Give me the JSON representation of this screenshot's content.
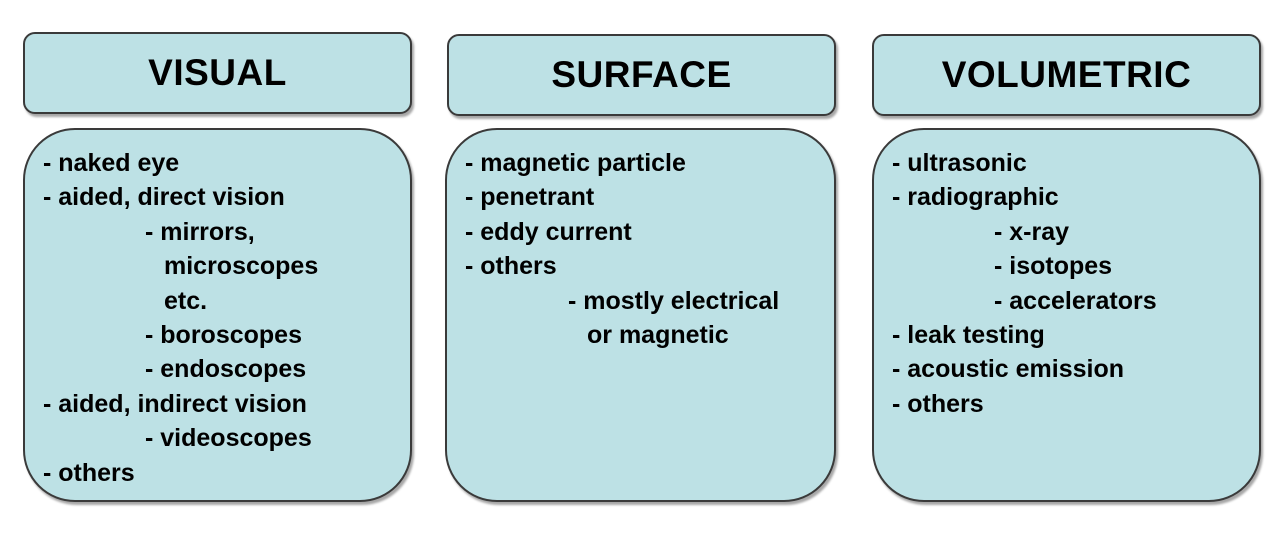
{
  "columns": {
    "visual": {
      "title": "VISUAL",
      "items": [
        "- naked eye",
        "- aided, direct vision",
        "- mirrors,",
        "microscopes",
        "etc.",
        "- boroscopes",
        "- endoscopes",
        "- aided, indirect vision",
        "- videoscopes",
        "- others"
      ]
    },
    "surface": {
      "title": "SURFACE",
      "items": [
        "- magnetic particle",
        "- penetrant",
        "- eddy current",
        "- others",
        "- mostly electrical",
        "or magnetic"
      ]
    },
    "volumetric": {
      "title": "VOLUMETRIC",
      "items": [
        "- ultrasonic",
        "- radiographic",
        "- x-ray",
        "- isotopes",
        "- accelerators",
        "- leak testing",
        "- acoustic emission",
        "- others"
      ]
    }
  },
  "colors": {
    "box_fill": "#bde1e5",
    "box_border": "#3a3a3a",
    "text": "#000000"
  }
}
